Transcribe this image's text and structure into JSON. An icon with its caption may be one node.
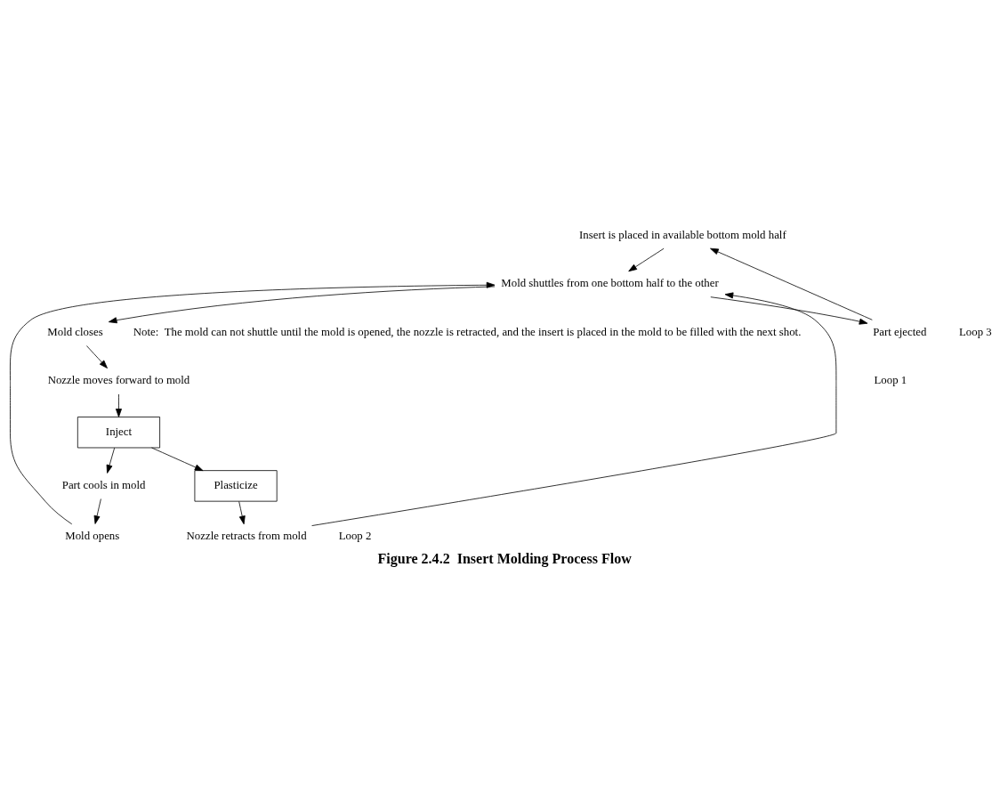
{
  "diagram": {
    "caption": "Figure 2.4.2  Insert Molding Process Flow",
    "nodes": [
      {
        "text": [
          "Insert is placed in available bottom mold half"
        ]
      },
      {
        "text": [
          "Inject"
        ]
      },
      {
        "text": [
          "Part cools in mold"
        ]
      },
      {
        "text": [
          "Plasticize"
        ]
      },
      {
        "text": [
          "Part ejected"
        ]
      },
      {
        "text": [
          "Nozzle moves forward to mold"
        ]
      },
      {
        "text": [
          "Nozzle retracts from mold"
        ]
      },
      {
        "text": [
          "Mold opens"
        ]
      },
      {
        "text": [
          "Mold closes"
        ]
      },
      {
        "text": [
          "Mold shuttles from one bottom half to the other"
        ]
      }
    ],
    "edges": [
      {
        "from": 4,
        "to": 0,
        "arrow": "to"
      },
      {
        "from": 0,
        "to": 9,
        "arrow": "to"
      },
      {
        "from": 1,
        "to": 2,
        "arrow": "to"
      },
      {
        "from": 1,
        "to": 3,
        "arrow": "to"
      },
      {
        "from": 2,
        "to": 7,
        "arrow": "to"
      },
      {
        "from": 7,
        "to": 9,
        "arrow": "to"
      },
      {
        "from": 3,
        "to": 6,
        "arrow": "to"
      },
      {
        "from": 6,
        "to": 9,
        "arrow": "to"
      },
      {
        "from": 9,
        "to": 8,
        "arrow": "to"
      },
      {
        "from": 8,
        "to": 5,
        "arrow": "to"
      },
      {
        "from": 5,
        "to": 1,
        "arrow": "to"
      },
      {
        "from": 9,
        "to": 4,
        "arrow": "to"
      }
    ],
    "labels": [
      "Loop 3",
      "Loop 1",
      "Loop 2",
      "Note:  The mold can not shuttle until the mold is opened, the nozzle is retracted, and the insert is placed in the mold to be filled with the next shot."
    ]
  }
}
